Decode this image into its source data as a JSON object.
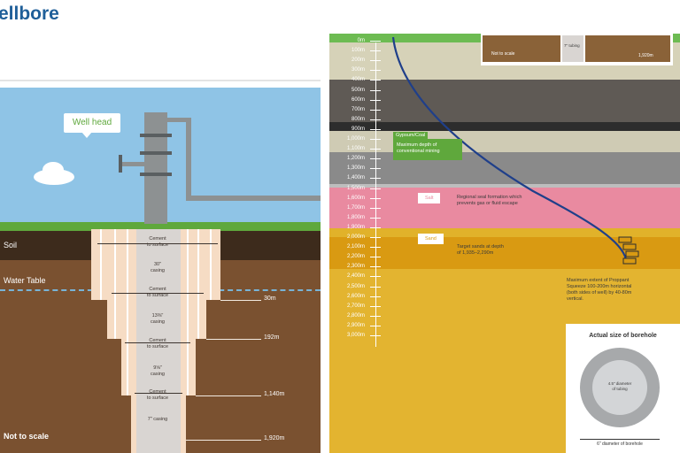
{
  "title": "ellbore",
  "left": {
    "well_head": "Well head",
    "soil": "Soil",
    "water_table": "Water Table",
    "not_to_scale": "Not to scale",
    "casing_labels": [
      [
        "Cement",
        "to surface"
      ],
      [
        "30\"",
        "casing"
      ],
      [
        "Cement",
        "to surface"
      ],
      [
        "13⅜\"",
        "casing"
      ],
      [
        "Cement",
        "to surface"
      ],
      [
        "9⅝\"",
        "casing"
      ],
      [
        "Cement",
        "to surface"
      ],
      [
        "7\" casing"
      ]
    ],
    "depths": [
      "30m",
      "192m",
      "1,140m",
      "1,920m"
    ]
  },
  "right": {
    "depth_ticks": [
      "0m",
      "100m",
      "200m",
      "300m",
      "400m",
      "500m",
      "600m",
      "700m",
      "800m",
      "900m",
      "1,000m",
      "1,100m",
      "1,200m",
      "1,300m",
      "1,400m",
      "1,500m",
      "1,600m",
      "1,700m",
      "1,800m",
      "1,900m",
      "2,000m",
      "2,100m",
      "2,200m",
      "2,300m",
      "2,400m",
      "2,500m",
      "2,600m",
      "2,700m",
      "2,800m",
      "2,900m",
      "3,000m"
    ],
    "gypsum_tag": "Gypsum/Coal",
    "gypsum_note": [
      "Maximum depth of",
      "conventional mining"
    ],
    "salt_tag": "Salt",
    "salt_note": [
      "Regional seal formation which",
      "prevents gas or fluid escape"
    ],
    "sand_tag": "Sand",
    "sand_note": [
      "Target sands at depth",
      "of 1,935–2,290m"
    ],
    "proppant_note": [
      "Maximum extent of Proppant",
      "Squeeze 100-200m horizontal",
      "(both sides of well) by 40-80m",
      "vertical."
    ],
    "bore_box": {
      "title": "Actual size of borehole",
      "inner": [
        "4.5\" diameter",
        "of tubing"
      ],
      "outer": "6\" diameter of borehole"
    },
    "inset": {
      "not_to_scale": "Not to scale",
      "tubing": [
        "7\" tubing"
      ],
      "length": "1,920m"
    }
  },
  "colors": {
    "title": "#1f5f99",
    "sky": "#8fc4e6",
    "grass": "#5fa83c",
    "soil": "#3d2b1c",
    "ground": "#7a5130",
    "water_table": "#78b4d6",
    "casing": "#f6dcc4",
    "salt": "#e98aa0",
    "sand": "#d99a12",
    "green_tag": "#5fa83c",
    "well_path": "#1f3f8a"
  }
}
